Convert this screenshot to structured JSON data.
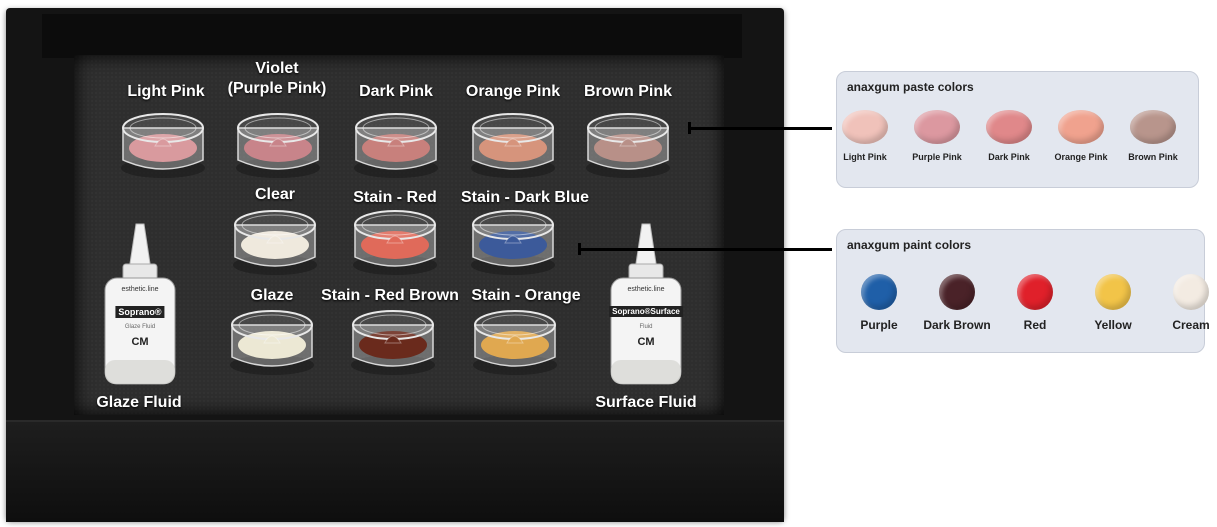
{
  "tray_labels": {
    "light_pink": "Light Pink",
    "violet_line1": "Violet",
    "violet_line2": "(Purple Pink)",
    "dark_pink": "Dark Pink",
    "orange_pink": "Orange Pink",
    "brown_pink": "Brown Pink",
    "clear": "Clear",
    "stain_red": "Stain - Red",
    "stain_dark_blue": "Stain - Dark Blue",
    "glaze": "Glaze",
    "stain_red_brown": "Stain - Red Brown",
    "stain_orange": "Stain - Orange",
    "glaze_fluid": "Glaze Fluid",
    "surface_fluid": "Surface Fluid"
  },
  "bottles": {
    "left": {
      "brand": "esthetic.line",
      "name": "Soprano®",
      "sub": "Glaze Fluid",
      "logo": "CM"
    },
    "right": {
      "brand": "esthetic.line",
      "name": "Soprano®Surface",
      "sub": "Fluid",
      "logo": "CM"
    }
  },
  "jar_colors": {
    "light_pink": "#d99a9e",
    "violet": "#c8848a",
    "dark_pink": "#c8807c",
    "orange_pink": "#d6947c",
    "brown_pink": "#b89088",
    "clear": "#efe9dd",
    "stain_red": "#e06a5a",
    "stain_dark_blue": "#3c5a9a",
    "glaze": "#ece8d4",
    "stain_red_brown": "#6a2a1c",
    "stain_orange": "#e0a850"
  },
  "paste_panel": {
    "title": "anaxgum paste colors",
    "swatches": [
      {
        "label": "Light Pink",
        "color": "#f0c2ba"
      },
      {
        "label": "Purple Pink",
        "color": "#dc98a0"
      },
      {
        "label": "Dark Pink",
        "color": "#e0888a"
      },
      {
        "label": "Orange Pink",
        "color": "#f0a28e"
      },
      {
        "label": "Brown Pink",
        "color": "#b8958c"
      }
    ]
  },
  "paint_panel": {
    "title": "anaxgum paint colors",
    "swatches": [
      {
        "label": "Purple",
        "color": "#1f5fa8"
      },
      {
        "label": "Dark Brown",
        "color": "#4a2228"
      },
      {
        "label": "Red",
        "color": "#e0202a"
      },
      {
        "label": "Yellow",
        "color": "#f2c448"
      },
      {
        "label": "Cream",
        "color": "#f3ebe2"
      }
    ]
  }
}
